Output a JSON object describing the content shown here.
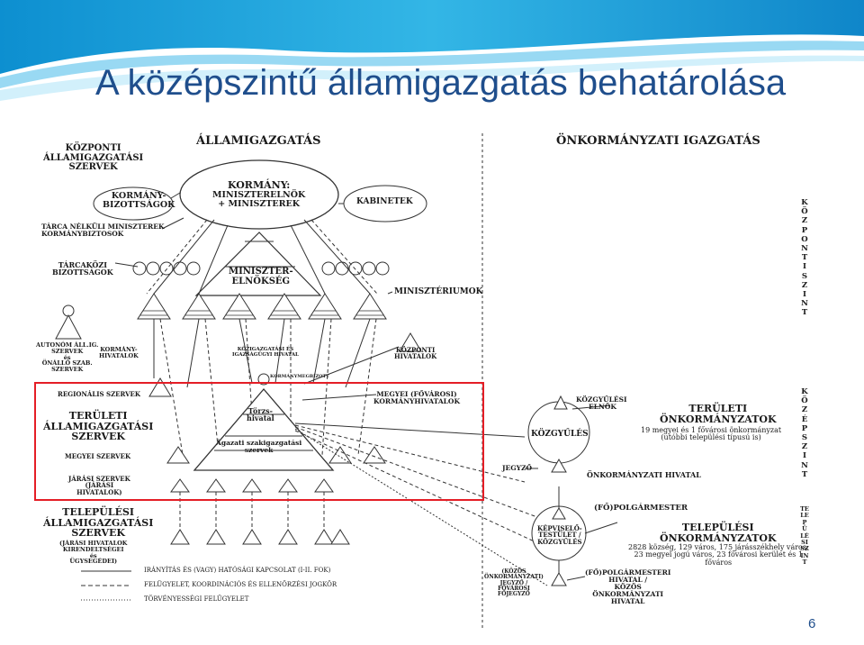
{
  "slide": {
    "title": "A középszintű államigazgatás behatárolása",
    "page_number": "6"
  },
  "colors": {
    "title": "#1f4e8c",
    "banner": "#1aa3d8",
    "highlight_box": "#e41e26"
  },
  "diagram": {
    "left_header": "ÁLLAMIGAZGATÁS",
    "right_header": "ÖNKORMÁNYZATI IGAZGATÁS",
    "left_side": {
      "kozponti": [
        "KÖZPONTI",
        "ÁLLAMIGAZGATÁSI",
        "SZERVEK"
      ],
      "kormanybizottsagok": [
        "KORMÁNY-",
        "BIZOTTSÁGOK"
      ],
      "tarca_nelkuli": [
        "TÁRCA NÉLKÜLI MINISZTEREK",
        "KORMÁNYBIZTOSOK"
      ],
      "tarcakozi": [
        "TÁRCAKÖZI",
        "BIZOTTSÁGOK"
      ],
      "autonom": [
        "AUTONÓM ÁLL.IG.",
        "SZERVEK",
        "és",
        "ÖNÁLLÓ SZAB.",
        "SZERVEK"
      ],
      "kormanyhivatalok": [
        "KORMÁNY-",
        "HIVATALOK"
      ],
      "regionalis": "REGIONÁLIS SZERVEK",
      "teruleti": [
        "TERÜLETI",
        "ÁLLAMIGAZGATÁSI",
        "SZERVEK"
      ],
      "megyei": "MEGYEI SZERVEK",
      "jarasi": [
        "JÁRÁSI SZERVEK",
        "(JÁRÁSI",
        "HIVATALOK)"
      ],
      "telepulesi": [
        "TELEPÜLÉSI",
        "ÁLLAMIGAZGATÁSI",
        "SZERVEK"
      ],
      "telepulesi_sub": [
        "(JÁRÁSI HIVATALOK",
        "KIRENDELTSÉGEI",
        "és",
        "ÜGYSEGÉDEI)"
      ]
    },
    "center": {
      "kormany": [
        "KORMÁNY:",
        "MINISZTERELNÖK",
        "+ MINISZTEREK"
      ],
      "kabinetek": "KABINETEK",
      "miniszterelnokseg": [
        "MINISZTER-",
        "ELNÖKSÉG"
      ],
      "miniszteriumok": "MINISZTÉRIUMOK",
      "kozigazgatasi_hivatal": [
        "KÖZIGAZGATÁSI ÉS",
        "IGAZSÁGÜGYI HIVATAL"
      ],
      "kormanybiztos": "KORMÁNYMEGBÍZOTT",
      "kozponti_hivatalok": [
        "KÖZPONTI",
        "HIVATALOK"
      ],
      "megyei_kormanyhivatalok": [
        "MEGYEI (FŐVÁROSI)",
        "KORMÁNYHIVATALOK"
      ],
      "torzshivatal": [
        "Törzs-",
        "hivatal"
      ],
      "agazati": [
        "Ágazati szakigazgatási",
        "szervek"
      ]
    },
    "right_side": {
      "kozgyulesi_elnok": [
        "KÖZGYŰLÉSI",
        "ELNÖK"
      ],
      "kozgyules": "KÖZGYŰLÉS",
      "teruleti_onk": [
        "TERÜLETI",
        "ÖNKORMÁNYZATOK"
      ],
      "teruleti_onk_sub": [
        "19 megyei és 1 fővárosi önkormányzat",
        "(utóbbi települési típusú is)"
      ],
      "jegyzo": "JEGYZŐ",
      "onk_hivatal": "ÖNKORMÁNYZATI HIVATAL",
      "polgarmester": "(FŐ)POLGÁRMESTER",
      "kepviselo": [
        "KÉPVISELŐ-",
        "TESTÜLET /",
        "KÖZGYŰLÉS"
      ],
      "telepulesi_onk": [
        "TELEPÜLÉSI",
        "ÖNKORMÁNYZATOK"
      ],
      "telepulesi_onk_sub": [
        "2828 község, 129 város, 175 járásszékhely város,",
        "23 megyei jogú város, 23 fővárosi kerület és 1",
        "főváros"
      ],
      "kozos_onk": [
        "(KÖZÖS",
        "ÖNKORMÁNYZATI)",
        "JEGYZŐ /",
        "FŐVÁROSI",
        "FŐJEGYZŐ"
      ],
      "polgarmesteri_hivatal": [
        "(FŐ)POLGÁRMESTERI",
        "HIVATAL /",
        "KÖZÖS",
        "ÖNKORMÁNYZATI",
        "HIVATAL"
      ]
    },
    "vertical_labels": {
      "kozponti_szint": "KÖZPONTI SZINT",
      "kozep_szint": "KÖZÉPSZINT",
      "telepulesi_szint": "TELEPÜLÉSI SZINT"
    },
    "legend": [
      "IRÁNYÍTÁS ÉS (VAGY) HATÓSÁGI KAPCSOLAT (I-II. FOK)",
      "FELÜGYELET, KOORDINÁCIÓS ÉS ELLENŐRZÉSI JOGKÖR",
      "TÖRVÉNYESSÉGI FELÜGYELET"
    ]
  }
}
